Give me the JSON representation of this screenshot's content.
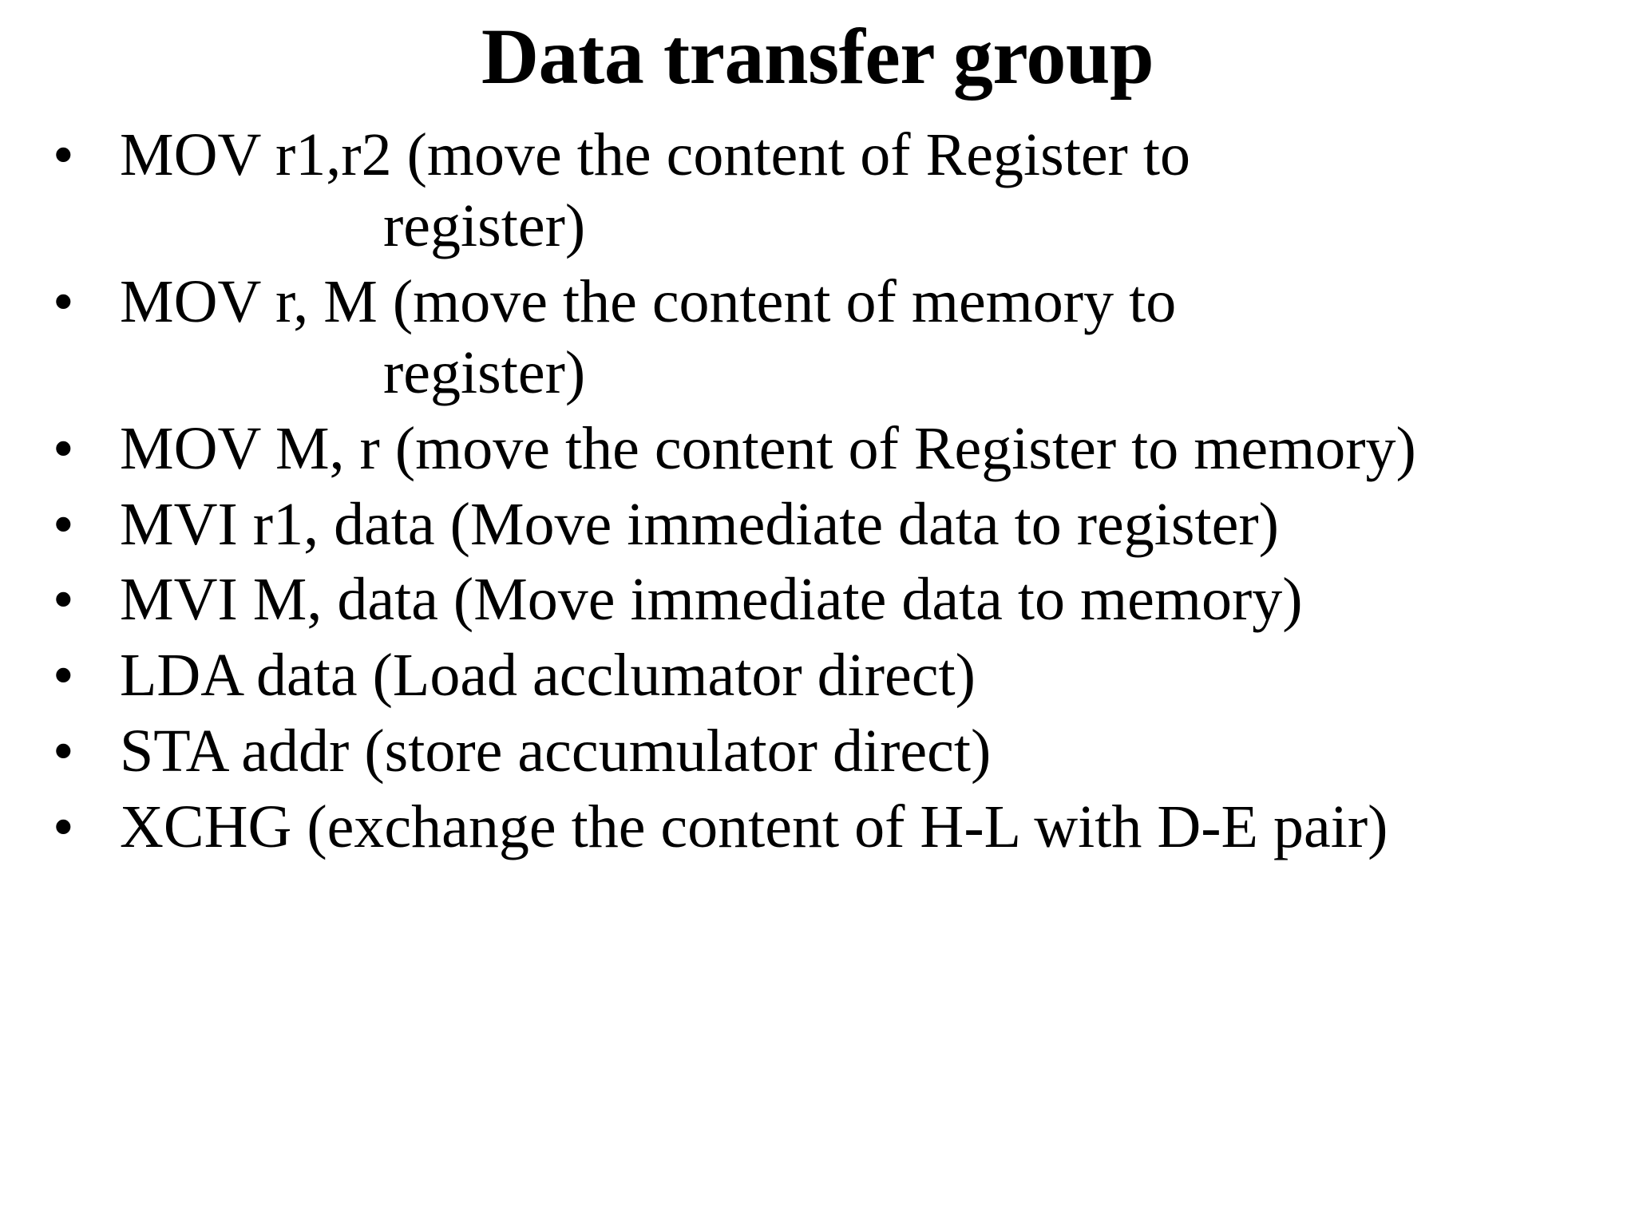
{
  "slide": {
    "title": "Data transfer group",
    "background_color": "#ffffff",
    "text_color": "#000000",
    "bullet_glyph": "•",
    "bullets": [
      {
        "line1": "MOV r1,r2 (move the content of Register to",
        "line2": "register)"
      },
      {
        "line1": "MOV r, M (move the content of memory to",
        "line2": "register)"
      },
      {
        "line1": "MOV M, r (move the content of Register to memory)",
        "line2": ""
      },
      {
        "line1": "MVI r1, data (Move immediate data to register)",
        "line2": ""
      },
      {
        "line1": "MVI M, data (Move immediate data to memory)",
        "line2": ""
      },
      {
        "line1": "LDA data (Load acclumator direct)",
        "line2": ""
      },
      {
        "line1": "STA addr (store accumulator direct)",
        "line2": ""
      },
      {
        "line1": "XCHG (exchange the content of H-L with D-E pair)",
        "line2": ""
      }
    ]
  }
}
